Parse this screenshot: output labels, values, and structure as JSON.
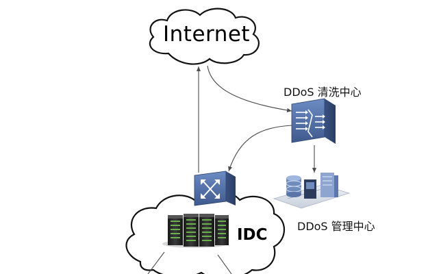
{
  "nodes": {
    "internet": {
      "label": "Internet"
    },
    "scrubbing_center": {
      "label": "DDoS 清洗中心"
    },
    "management_center": {
      "label": "DDoS 管理中心"
    },
    "idc": {
      "label": "IDC"
    }
  },
  "icons": [
    "cloud-icon",
    "router-icon",
    "scrubbing-device-icon",
    "server-cluster-icon",
    "server-rack-icon"
  ],
  "colors": {
    "line": "#4a4a4a",
    "device": "#5472a6",
    "device_dark": "#34476f",
    "cloud_stroke": "#111111"
  }
}
